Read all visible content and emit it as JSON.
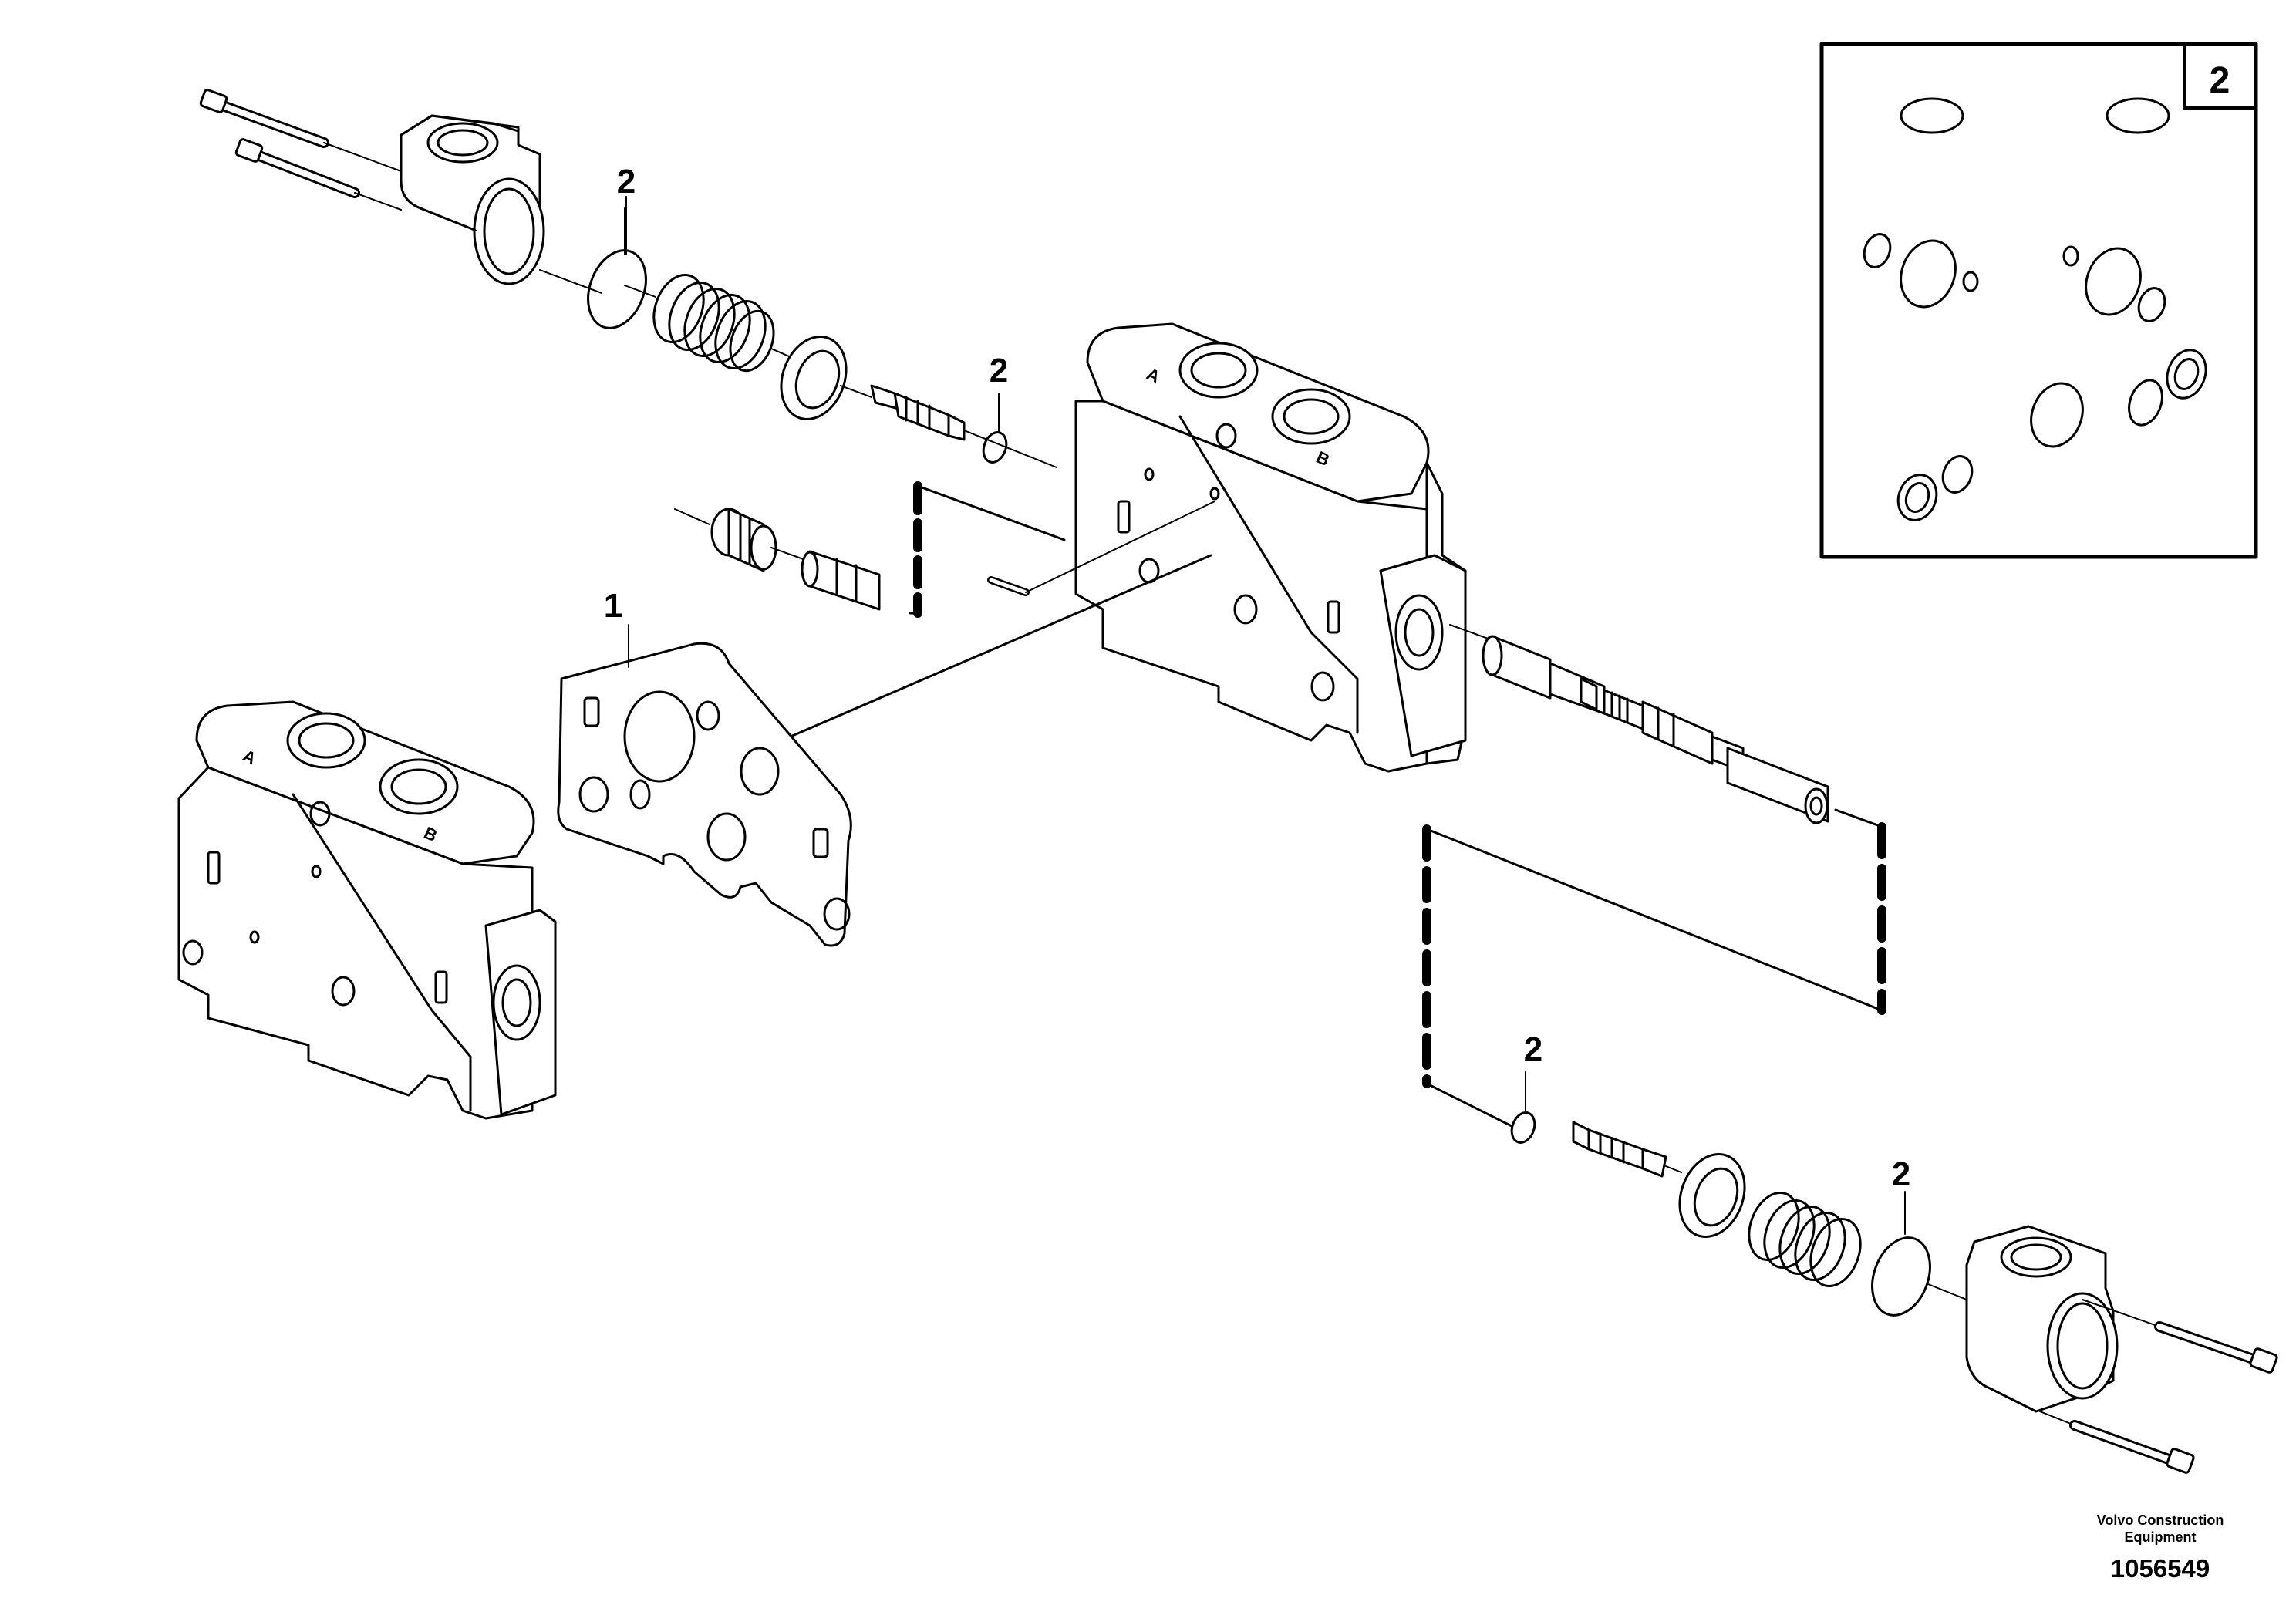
{
  "callouts": {
    "part_1": "1",
    "part_2": "2",
    "kit_box": "2"
  },
  "port_marks": {
    "a": "A",
    "b": "B"
  },
  "footer": {
    "brand": "Volvo Construction Equipment",
    "drawing_number": "1056549"
  },
  "icons": {
    "valve-section": "valve-block-icon",
    "gasket": "gasket-plate-icon",
    "spring": "coil-spring-icon",
    "bolt": "cap-screw-icon",
    "o-ring": "o-ring-icon"
  }
}
